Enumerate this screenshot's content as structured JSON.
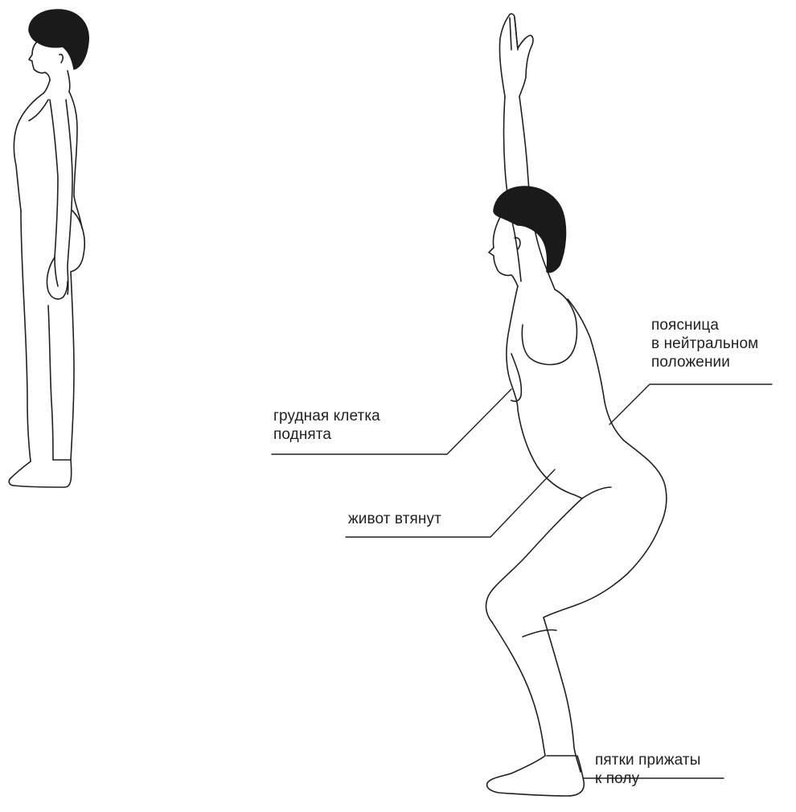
{
  "annotations": {
    "chest": {
      "line1": "грудная клетка",
      "line2": "поднята"
    },
    "belly": {
      "line1": "живот втянут"
    },
    "lower_back": {
      "line1": "поясница",
      "line2": "в нейтральном",
      "line3": "положении"
    },
    "heels": {
      "line1": "пятки прижаты",
      "line2": "к полу"
    }
  },
  "figures": {
    "standing": {
      "pose": "standing-profile",
      "description_icon": "standing-woman-illustration"
    },
    "squat": {
      "pose": "chair-pose-arms-raised",
      "description_icon": "squatting-woman-illustration"
    }
  },
  "colors": {
    "ink": "#231f20",
    "hair": "#1a1a1a",
    "background": "#ffffff"
  }
}
